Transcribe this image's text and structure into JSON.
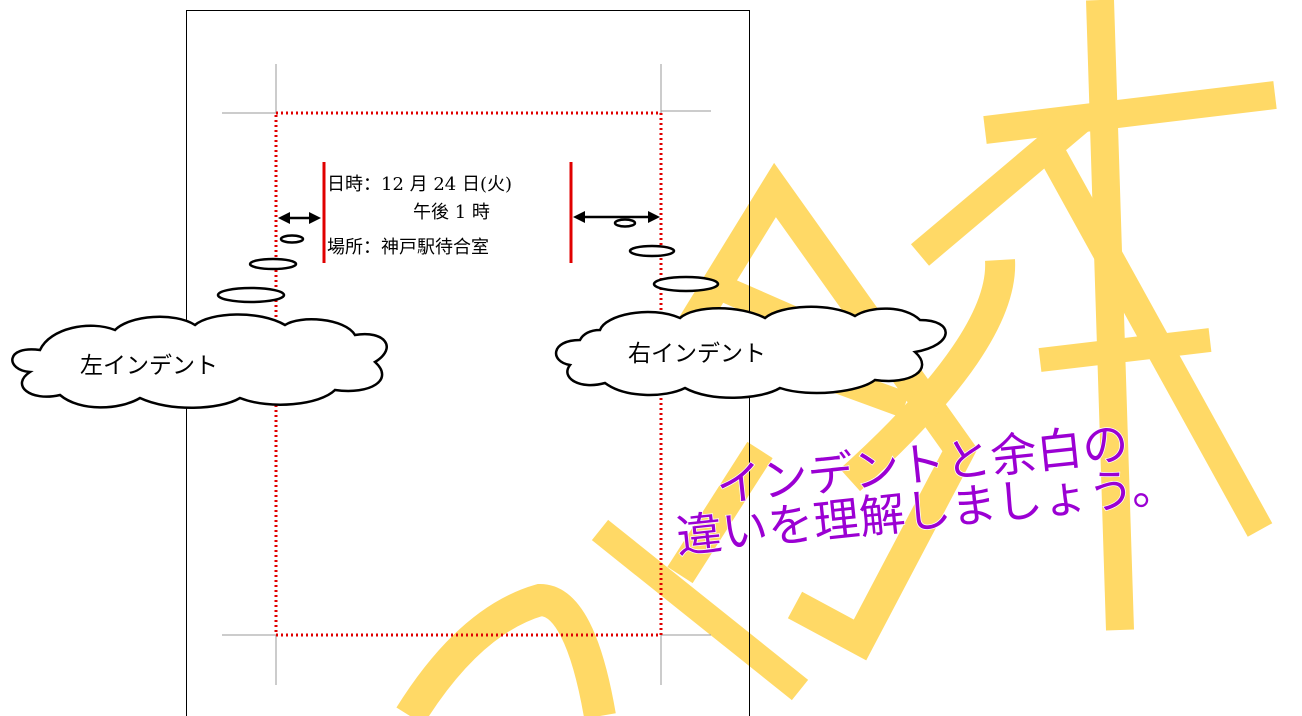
{
  "document": {
    "lines": [
      "日時：12 月 24 日(火)",
      "午後 1 時",
      "場所：神戸駅待合室"
    ]
  },
  "callouts": {
    "left": "左インデント",
    "right": "右インデント"
  },
  "message": {
    "line1": "インデントと余白の",
    "line2": "違いを理解しましょう。"
  },
  "watermark": {
    "text": "見本",
    "color": "#FFD966"
  },
  "colors": {
    "margin_guide": "#E00000",
    "indent_marker": "#E00000",
    "message": "#9B00D3",
    "message_outline": "#FFFFFF"
  }
}
